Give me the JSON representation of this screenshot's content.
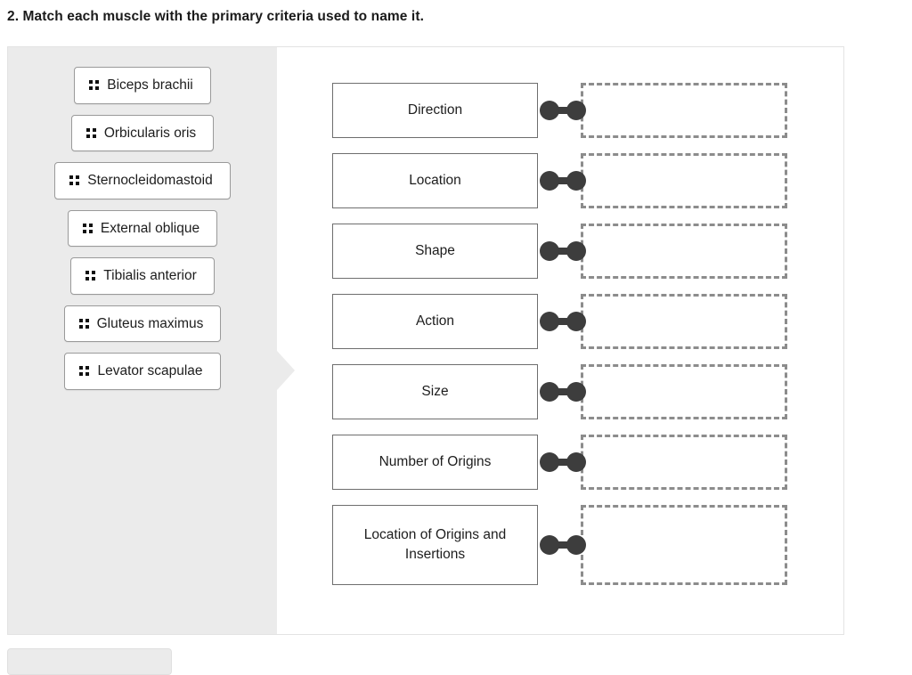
{
  "question": {
    "number": "2.",
    "text": "2. Match each muscle with the primary criteria used to name it."
  },
  "colors": {
    "sidebar_background": "#ebebeb",
    "chip_border": "#9a9a9a",
    "category_border": "#6e6e6e",
    "dropzone_border": "#8c8c8c",
    "connector": "#3d3d3d",
    "text": "#1d1d1d",
    "panel_border": "#e3e3e3"
  },
  "source_column": {
    "name": "draggable-muscle-terms",
    "items": [
      {
        "label": "Biceps brachii",
        "handle_icon": "drag-handle-icon"
      },
      {
        "label": "Orbicularis oris",
        "handle_icon": "drag-handle-icon"
      },
      {
        "label": "Sternocleidomastoid",
        "handle_icon": "drag-handle-icon"
      },
      {
        "label": "External oblique",
        "handle_icon": "drag-handle-icon"
      },
      {
        "label": "Tibialis anterior",
        "handle_icon": "drag-handle-icon"
      },
      {
        "label": "Gluteus maximus",
        "handle_icon": "drag-handle-icon"
      },
      {
        "label": "Levator scapulae",
        "handle_icon": "drag-handle-icon"
      }
    ]
  },
  "match_rows": [
    {
      "category": "Direction",
      "connector_icon": "dumbbell-connector-icon",
      "drop_value": "",
      "tall": false
    },
    {
      "category": "Location",
      "connector_icon": "dumbbell-connector-icon",
      "drop_value": "",
      "tall": false
    },
    {
      "category": "Shape",
      "connector_icon": "dumbbell-connector-icon",
      "drop_value": "",
      "tall": false
    },
    {
      "category": "Action",
      "connector_icon": "dumbbell-connector-icon",
      "drop_value": "",
      "tall": false
    },
    {
      "category": "Size",
      "connector_icon": "dumbbell-connector-icon",
      "drop_value": "",
      "tall": false
    },
    {
      "category": "Number of Origins",
      "connector_icon": "dumbbell-connector-icon",
      "drop_value": "",
      "tall": false
    },
    {
      "category": "Location of Origins and Insertions",
      "connector_icon": "dumbbell-connector-icon",
      "drop_value": "",
      "tall": true
    }
  ]
}
